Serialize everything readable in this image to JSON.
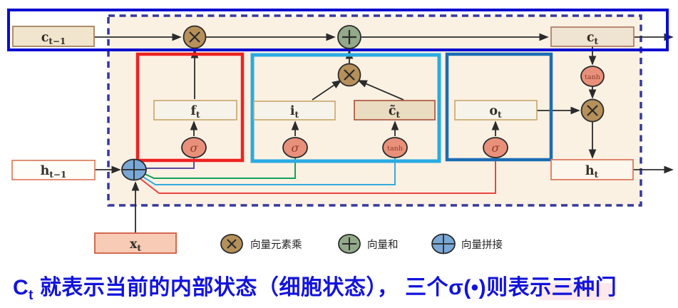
{
  "diagram": {
    "nodes": {
      "c_prev": {
        "main": "c",
        "sub": "t−1"
      },
      "c_cur": {
        "main": "c",
        "sub": "t"
      },
      "h_prev": {
        "main": "h",
        "sub": "t−1"
      },
      "h_cur": {
        "main": "h",
        "sub": "t"
      },
      "x_cur": {
        "main": "x",
        "sub": "t"
      },
      "forget_gate": {
        "main": "f",
        "sub": "t"
      },
      "input_gate": {
        "main": "i",
        "sub": "t"
      },
      "candidate": {
        "main": "c̃",
        "sub": "t"
      },
      "output_gate": {
        "main": "o",
        "sub": "t"
      }
    },
    "activations": {
      "sigma": "σ",
      "tanh": "tanh"
    },
    "operators": {
      "multiply": "×",
      "add": "+",
      "concat": "⊕"
    }
  },
  "legend": {
    "items": [
      {
        "symbol": "×",
        "label": "向量元素乘"
      },
      {
        "symbol": "+",
        "label": "向量和"
      },
      {
        "symbol": "⊕",
        "label": "向量拼接"
      }
    ]
  },
  "caption": {
    "main": "C",
    "sub": "t",
    "rest": " 就表示当前的内部状态（细胞状态）， 三个σ(•)则表示三种门"
  },
  "colors": {
    "cell_bg": "#fbf1e3",
    "cell_border": "#35399b",
    "highlight_blue": "#0b0bd0",
    "forget_group": "#ee2222",
    "input_group": "#29abe2",
    "output_group": "#1b6cb5",
    "multiply_fill": "#b6905a",
    "add_fill": "#93a98a",
    "concat_fill": "#7aa8d6",
    "activation_fill": "#e8907a",
    "wire_purple": "#5b4a9e",
    "wire_green": "#10a35a",
    "wire_cyan": "#35aadc",
    "wire_red": "#e84545",
    "caption_blue": "#1313dc"
  }
}
